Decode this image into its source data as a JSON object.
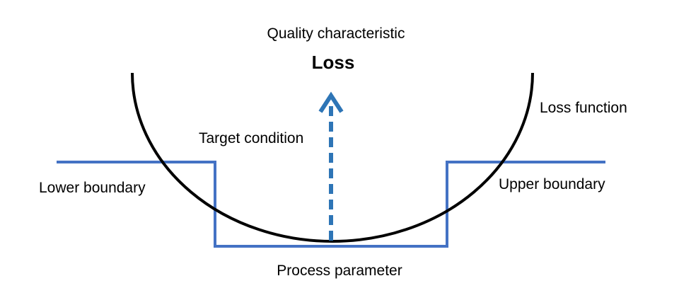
{
  "labels": {
    "quality_characteristic": "Quality characteristic",
    "loss": "Loss",
    "loss_function": "Loss function",
    "target_condition": "Target condition",
    "lower_boundary": "Lower boundary",
    "upper_boundary": "Upper boundary",
    "process_parameter": "Process parameter"
  },
  "colors": {
    "boundary_line": "#4472c4",
    "arrow": "#2e75b6",
    "loss_curve": "#000000",
    "text": "#000000"
  }
}
